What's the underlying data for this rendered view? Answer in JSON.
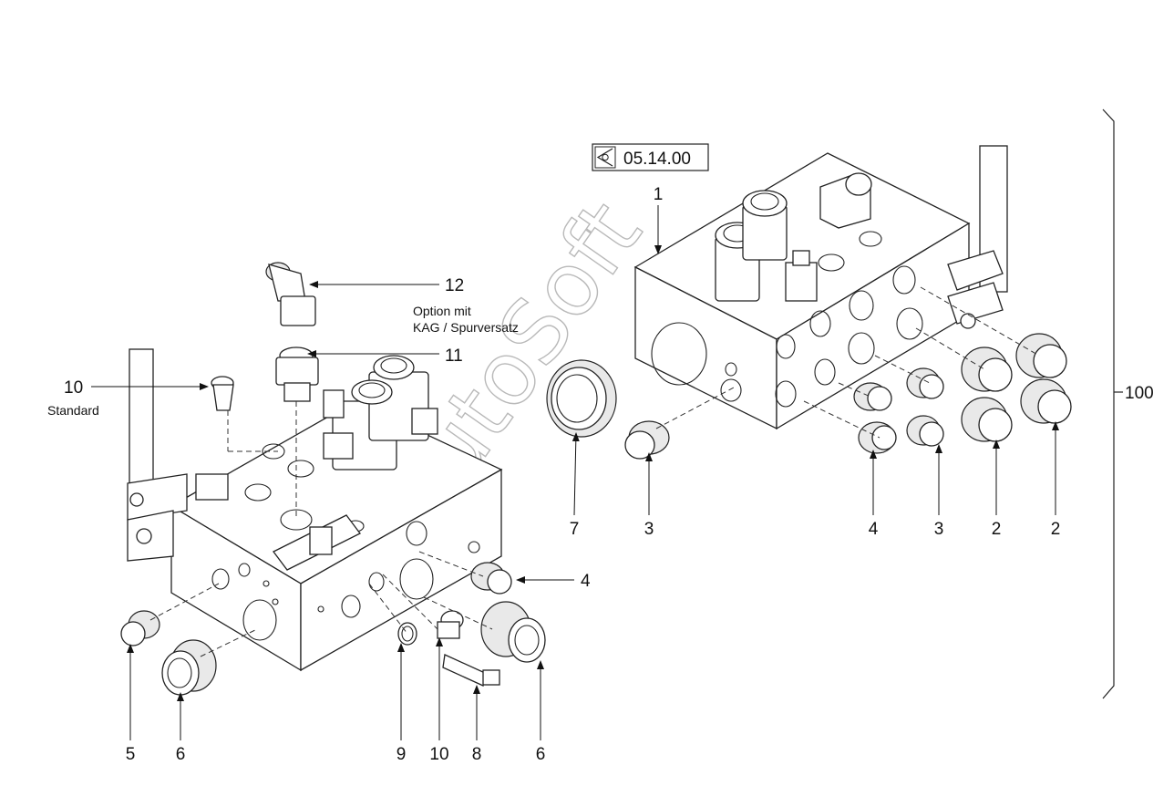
{
  "reference": {
    "icon": "view-eye-icon",
    "code": "05.14.00"
  },
  "callouts": {
    "c1": "1",
    "c2a": "2",
    "c2b": "2",
    "c3a": "3",
    "c3b": "3",
    "c4a": "4",
    "c4b": "4",
    "c5": "5",
    "c6a": "6",
    "c6b": "6",
    "c7": "7",
    "c8": "8",
    "c9": "9",
    "c10a": "10",
    "c10b": "10",
    "c11": "11",
    "c12": "12",
    "c100": "100"
  },
  "notes": {
    "option_line1": "Option mit",
    "option_line2": "KAG / Spurversatz",
    "standard": "Standard"
  },
  "watermark": "AutoSoft"
}
